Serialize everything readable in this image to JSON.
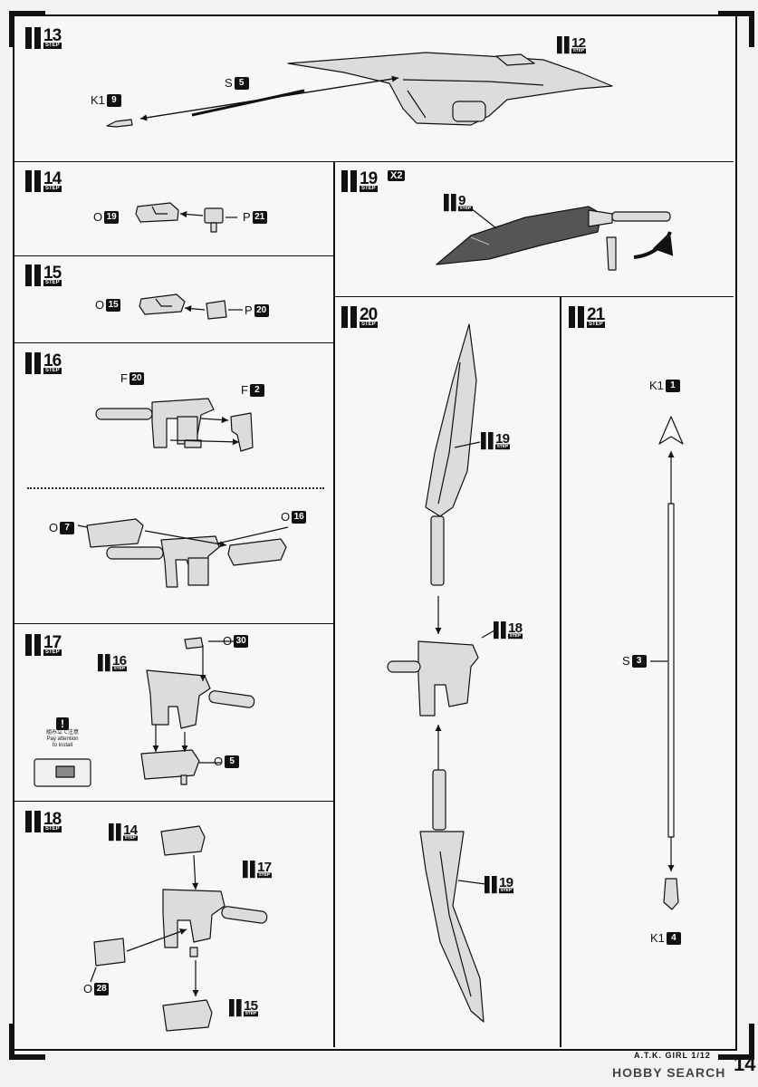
{
  "steps": {
    "s13": {
      "num": "13",
      "tag": "STEP"
    },
    "s14": {
      "num": "14",
      "tag": "STEP"
    },
    "s15": {
      "num": "15",
      "tag": "STEP"
    },
    "s16": {
      "num": "16",
      "tag": "STEP"
    },
    "s17": {
      "num": "17",
      "tag": "STEP"
    },
    "s18": {
      "num": "18",
      "tag": "STEP"
    },
    "s19": {
      "num": "19",
      "tag": "STEP",
      "multiplier": "X2"
    },
    "s20": {
      "num": "20",
      "tag": "STEP"
    },
    "s21": {
      "num": "21",
      "tag": "STEP"
    }
  },
  "refs": {
    "r12": {
      "num": "12",
      "tag": "STEP"
    },
    "r9": {
      "num": "9",
      "tag": "STEP"
    },
    "r16": {
      "num": "16",
      "tag": "STEP"
    },
    "r14": {
      "num": "14",
      "tag": "STEP"
    },
    "r17": {
      "num": "17",
      "tag": "STEP"
    },
    "r15": {
      "num": "15",
      "tag": "STEP"
    },
    "r19a": {
      "num": "19",
      "tag": "STEP"
    },
    "r18": {
      "num": "18",
      "tag": "STEP"
    },
    "r19b": {
      "num": "19",
      "tag": "STEP"
    }
  },
  "parts": {
    "k1_9": {
      "letter": "K1",
      "num": "9"
    },
    "s_5": {
      "letter": "S",
      "num": "5"
    },
    "o_19": {
      "letter": "O",
      "num": "19"
    },
    "p_21": {
      "letter": "P",
      "num": "21"
    },
    "o_15": {
      "letter": "O",
      "num": "15"
    },
    "p_20": {
      "letter": "P",
      "num": "20"
    },
    "f_20": {
      "letter": "F",
      "num": "20"
    },
    "f_2": {
      "letter": "F",
      "num": "2"
    },
    "o_7": {
      "letter": "O",
      "num": "7"
    },
    "o_16": {
      "letter": "O",
      "num": "16"
    },
    "o_30": {
      "letter": "O",
      "num": "30"
    },
    "o_5": {
      "letter": "O",
      "num": "5"
    },
    "o_28": {
      "letter": "O",
      "num": "28"
    },
    "k1_1": {
      "letter": "K1",
      "num": "1"
    },
    "s_3": {
      "letter": "S",
      "num": "3"
    },
    "k1_4": {
      "letter": "K1",
      "num": "4"
    }
  },
  "caution": {
    "mark": "!",
    "jp": "組み立て注意",
    "en1": "Pay attention",
    "en2": "to install"
  },
  "footer": {
    "product": "A.T.K. GIRL 1/12",
    "page": "14",
    "watermark": "HOBBY SEARCH"
  },
  "colors": {
    "ink": "#111111",
    "paper": "#f7f7f5",
    "part_fill": "#dcdcdc",
    "blade_fill": "#555555"
  }
}
